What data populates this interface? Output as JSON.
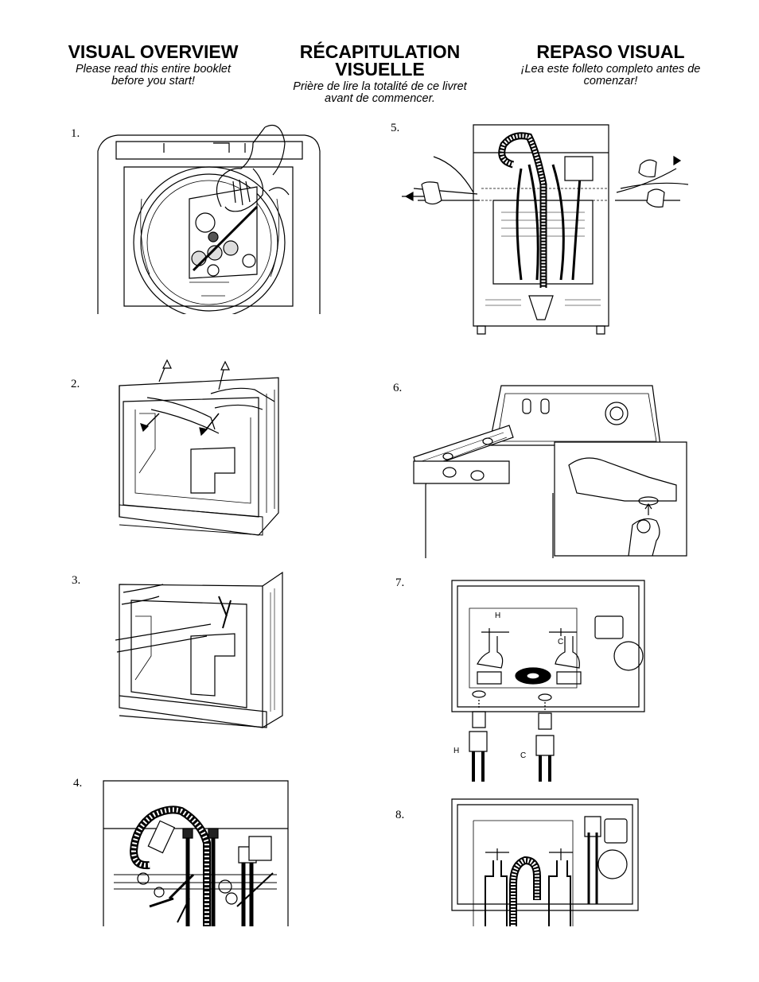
{
  "headers": {
    "english": {
      "title": "VISUAL OVERVIEW",
      "subtitle_line1": "Please read this entire booklet",
      "subtitle_line2": "before you start!"
    },
    "french": {
      "title_line1": "RÉCAPITULATION",
      "title_line2": "VISUELLE",
      "subtitle_line1": "Prière de lire la totalité de ce livret",
      "subtitle_line2": "avant de commencer."
    },
    "spanish": {
      "title": "REPASO VISUAL",
      "subtitle_line1": "¡Lea este folleto completo antes de",
      "subtitle_line2": "comenzar!"
    }
  },
  "steps": [
    "1.",
    "2.",
    "3.",
    "4.",
    "5.",
    "6.",
    "7.",
    "8."
  ],
  "faucet_labels": {
    "hot": "H",
    "cold": "C"
  }
}
